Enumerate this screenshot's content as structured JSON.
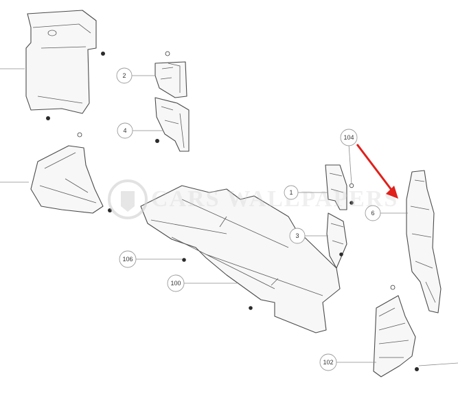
{
  "diagram": {
    "callouts": [
      {
        "id": "c2",
        "label": "2"
      },
      {
        "id": "c4",
        "label": "4"
      },
      {
        "id": "c104",
        "label": "104"
      },
      {
        "id": "c1",
        "label": "1"
      },
      {
        "id": "c6",
        "label": "6"
      },
      {
        "id": "c3",
        "label": "3"
      },
      {
        "id": "c106",
        "label": "106"
      },
      {
        "id": "c100",
        "label": "100"
      },
      {
        "id": "c102",
        "label": "102"
      }
    ],
    "arrow_color": "#e0201b",
    "line_color": "#4a4a4a",
    "watermark_text": "CARS WALLPAPERS"
  }
}
